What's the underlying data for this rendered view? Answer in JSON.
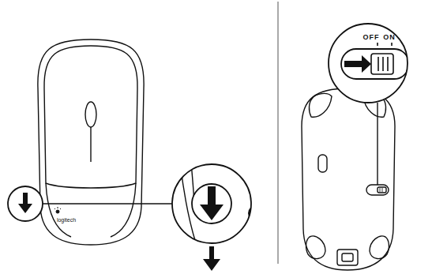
{
  "diagram": {
    "labels": [
      "OFF",
      "ON",
      "logitech"
    ]
  }
}
